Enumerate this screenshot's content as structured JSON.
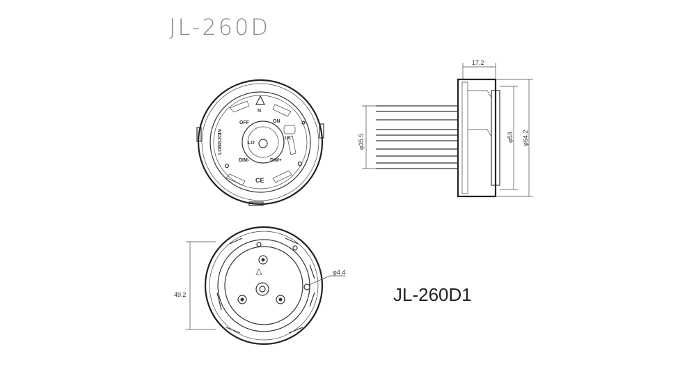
{
  "title": "JL-260D",
  "subtitle": "JL-260D1",
  "dimensions": {
    "width_top": "17.2",
    "phi_inner": "φ35.5",
    "phi_mid": "φ53",
    "phi_outer": "φ64.2",
    "height_bottom": "49.2",
    "hole": "φ4.4"
  },
  "front_labels": {
    "brand": "LONGJOIN",
    "north": "N",
    "off": "OFF",
    "on": "ON",
    "lo": "LO",
    "dim": "DIM-",
    "dim_plus": "DIM+",
    "ul": "UL",
    "ce": "CE"
  },
  "colors": {
    "line": "#333333",
    "title": "#8a8a8a",
    "text": "#222222"
  }
}
